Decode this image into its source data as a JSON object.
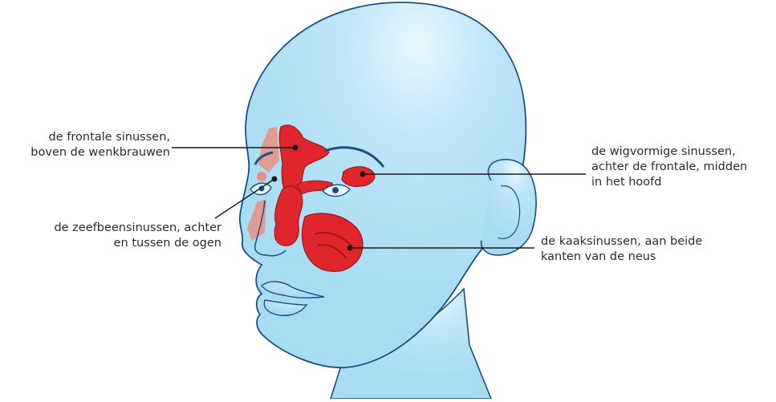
{
  "labels": {
    "frontal": {
      "line1": "de frontale sinussen,",
      "line2": "boven de wenkbrauwen"
    },
    "ethmoid": {
      "line1": "de zeefbeensinussen, achter",
      "line2": "en tussen de ogen"
    },
    "sphenoid": {
      "line1": "de wigvormige sinussen,",
      "line2": "achter de frontale, midden",
      "line3": "in het hoofd"
    },
    "maxillary": {
      "line1": "de kaaksinussen, aan beide",
      "line2": "kanten van de neus"
    }
  },
  "colors": {
    "skin": "#b3e1f6",
    "outline": "#1a4f86",
    "sinus": "#e0252c",
    "sinus_dark": "#a3161c",
    "bone": "#e79180",
    "leader": "#1a1a1a"
  }
}
